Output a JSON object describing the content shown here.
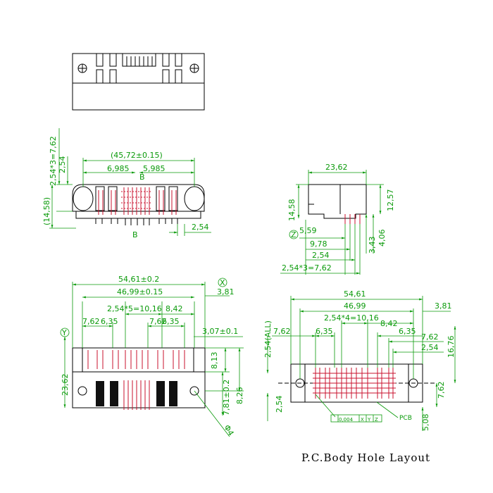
{
  "title": "P.C.Body Hole Layout",
  "front_view": {
    "dims": {
      "overall": "(45,72±0.15)",
      "left_span": "6,985",
      "right_span": "5,985",
      "pitch3_vert": "2,54*3=7,62",
      "pitch_vert": "2,54",
      "height": "(14,58)",
      "pin_pitch": "2,54",
      "section_label_top": "B",
      "section_label_bottom": "B"
    }
  },
  "side_view": {
    "dims": {
      "width": "23,62",
      "height": "14,58",
      "right_height": "12,57",
      "d1": "5,59",
      "d2": "9,78",
      "d3": "2,54",
      "d4": "2,54*3=7,62",
      "v1": "3,43",
      "v2": "4,06",
      "datum": "Z"
    }
  },
  "bottom_left_view": {
    "dims": {
      "overall": "54,61±0.2",
      "inner": "46,99±0.15",
      "offset": "3,81",
      "pitch5": "2,54*5=10,16",
      "right_gap": "8,42",
      "p1": "7,62",
      "p2": "6,35",
      "p3": "7,62",
      "p4": "6,35",
      "hole_dim": "3,07±0.1",
      "height": "23,62",
      "h1": "8,13",
      "h2": "8,26",
      "h3": "7,81±0.2",
      "datum_x": "X",
      "datum_y": "Y",
      "dia": "Φ4"
    }
  },
  "hole_layout_view": {
    "dims": {
      "overall": "54,61",
      "inner": "46,99",
      "offset": "3,81",
      "pitch4": "2,54*4=10,16",
      "right_gap": "8,42",
      "p1": "7,62",
      "p2": "6,35",
      "p3": "6,35",
      "p4": "7,62",
      "p5": "2,54",
      "height_all": "2,54(ALL)",
      "right_h": "16,76",
      "bottom_left": "2,54",
      "bottom_right1": "7,62",
      "bottom_right2": "5,08",
      "tolerance": "0,004",
      "datums": [
        "X",
        "Y",
        "Z"
      ],
      "pcb_label": "PCB"
    }
  }
}
